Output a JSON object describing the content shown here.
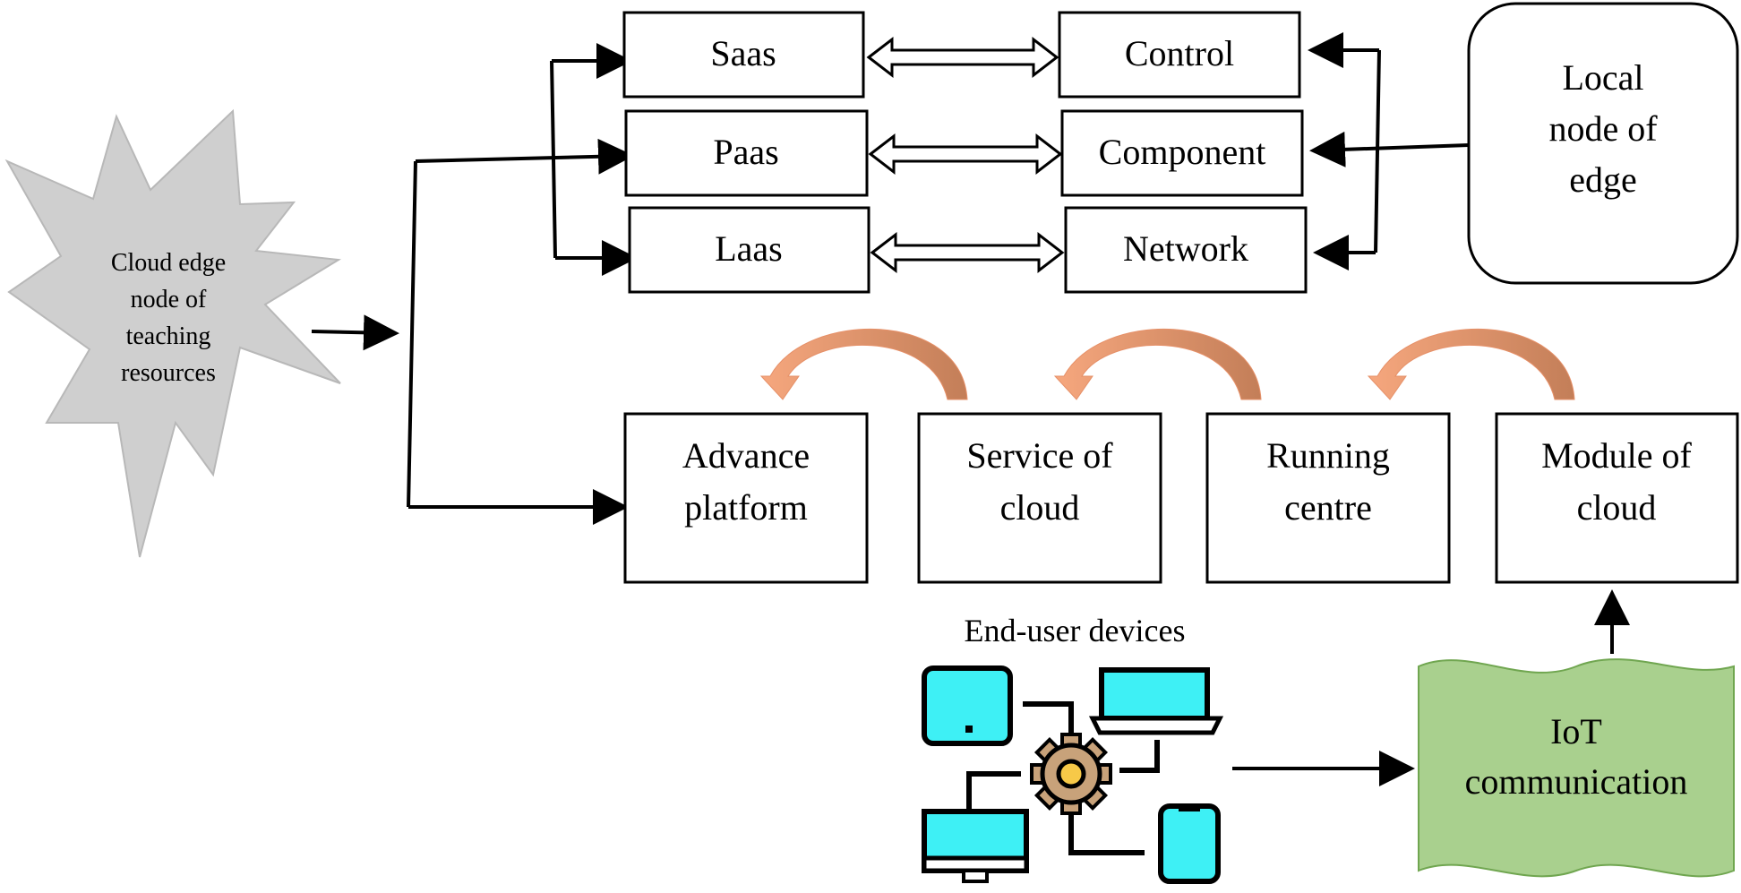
{
  "source_node": {
    "lines": [
      "Cloud edge",
      "node of",
      "teaching",
      "resources"
    ]
  },
  "service_models": [
    {
      "label": "Saas"
    },
    {
      "label": "Paas"
    },
    {
      "label": "Laas"
    }
  ],
  "edge_functions": [
    {
      "label": "Control"
    },
    {
      "label": "Component"
    },
    {
      "label": "Network"
    }
  ],
  "local_node": {
    "lines": [
      "Local",
      "node of",
      "edge"
    ]
  },
  "pipeline": [
    {
      "lines": [
        "Advance",
        "platform"
      ]
    },
    {
      "lines": [
        "Service of",
        "cloud"
      ]
    },
    {
      "lines": [
        "Running",
        "centre"
      ]
    },
    {
      "lines": [
        "Module of",
        "cloud"
      ]
    }
  ],
  "devices": {
    "title": "End-user devices"
  },
  "iot": {
    "lines": [
      "IoT",
      "communication"
    ]
  },
  "colors": {
    "star_fill": "#cccccc",
    "star_stroke": "#aaaaaa",
    "curved_arrow": "#f4a582",
    "curved_arrow_dark": "#c97b54",
    "iot_fill": "#a9d08e",
    "iot_stroke": "#70a650",
    "device_screen": "#3ef0f5",
    "gear_fill": "#c8a27a",
    "gear_center": "#f7c948"
  }
}
